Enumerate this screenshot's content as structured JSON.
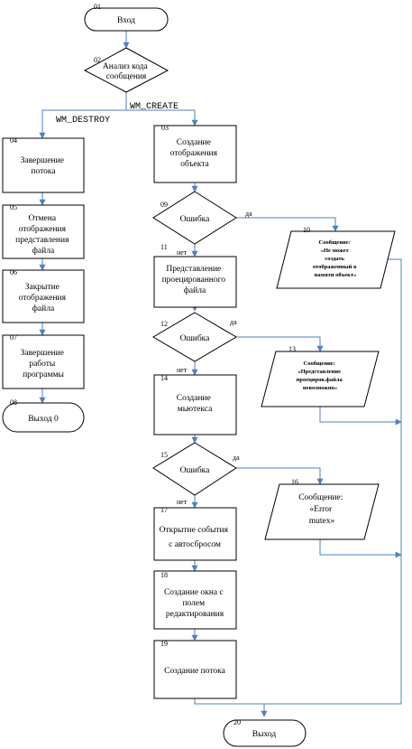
{
  "nodes": {
    "n01": {
      "num": "01",
      "lines": [
        "Вход"
      ]
    },
    "n02": {
      "num": "02",
      "lines": [
        "Анализ кода",
        "сообщения"
      ]
    },
    "n03": {
      "num": "03",
      "lines": [
        "Создание",
        "отображения",
        "объекта"
      ]
    },
    "n04": {
      "num": "04",
      "lines": [
        "Завершение",
        "потока"
      ]
    },
    "n05": {
      "num": "05",
      "lines": [
        "Отмена",
        "отображения",
        "представления",
        "файла"
      ]
    },
    "n06": {
      "num": "06",
      "lines": [
        "Закрытие",
        "отображения",
        "файла"
      ]
    },
    "n07": {
      "num": "07",
      "lines": [
        "Завершение",
        "работы",
        "программы"
      ]
    },
    "n08": {
      "num": "08",
      "lines": [
        "Выход 0"
      ]
    },
    "n09": {
      "num": "09",
      "lines": [
        "Ошибка"
      ]
    },
    "n10": {
      "num": "10",
      "lines": [
        "Сообщение:",
        "«Не может",
        "создать",
        "отображенный в",
        "памяти объект»"
      ]
    },
    "n11": {
      "num": "11",
      "lines": [
        "Представление",
        "проецированного",
        "файла"
      ]
    },
    "n12": {
      "num": "12",
      "lines": [
        "Ошибка"
      ]
    },
    "n13": {
      "num": "13",
      "lines": [
        "Сообщение:",
        "«Представление",
        "проециров.файла",
        "невозможно»"
      ]
    },
    "n14": {
      "num": "14",
      "lines": [
        "Создание",
        "мьютекса"
      ]
    },
    "n15": {
      "num": "15",
      "lines": [
        "Ошибка"
      ]
    },
    "n16": {
      "num": "16",
      "lines": [
        "Сообщение:",
        "«Error",
        "mutex»"
      ]
    },
    "n17": {
      "num": "17",
      "lines": [
        "Открытие события",
        "с автосбросом"
      ]
    },
    "n18": {
      "num": "18",
      "lines": [
        "Создание окна с",
        "полем",
        "редактирования"
      ]
    },
    "n19": {
      "num": "19",
      "lines": [
        "Создание потока"
      ]
    },
    "n20": {
      "num": "20",
      "lines": [
        "Выход"
      ]
    }
  },
  "edge_labels": {
    "wm_destroy": "WM_DESTROY",
    "wm_create": "WM_CREATE",
    "yes09": "да",
    "no09": "нет",
    "yes12": "да",
    "no12": "нет",
    "yes15": "да",
    "no15": "нет"
  },
  "colors": {
    "connector": "#4f81bd",
    "shape_stroke": "#000000",
    "shape_fill": "#ffffff"
  }
}
